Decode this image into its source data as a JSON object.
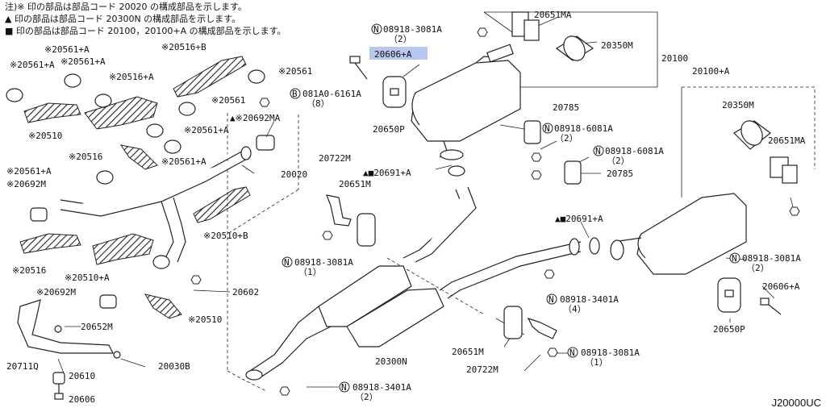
{
  "notes": [
    "注)※ 印の部品は部品コード 20020 の構成部品を示します。",
    "▲ 印の部品は部品コード 20300N の構成部品を示します。",
    "■ 印の部品は部品コード 20100，20100+A の構成部品を示します。"
  ],
  "catalog_code": "J20000UC",
  "highlight_color": "#b9c6ee",
  "parts": {
    "p20651MA_a": "20651MA",
    "p08918_3081A_a": "08918-3081A",
    "p08918_3081A_a_qty": "（2）",
    "p20606A_hl": "20606+A",
    "p20350M_a": "20350M",
    "p20100": "20100",
    "p20561A_1": "※20561+A",
    "p20561A_2": "※20561+A",
    "p20561A_3": "※20561+A",
    "p20516B": "※20516+B",
    "p20561_1": "※20561",
    "p20516A": "※20516+A",
    "p20561_2": "※20561",
    "p081A0": "081A0-6161A",
    "p081A0_qty": "（8）",
    "p20650P_a": "20650P",
    "p20100A": "20100+A",
    "p20510": "※20510",
    "p20561A_4": "※20561+A",
    "p20692MA": "▲※20692MA",
    "p20785_a": "20785",
    "p08918_6081A_a": "08918-6081A",
    "p08918_6081A_a_qty": "（2）",
    "p20350M_b": "20350M",
    "p20516": "※20516",
    "p20561A_5": "※20561+A",
    "p08918_6081A_b": "08918-6081A",
    "p08918_6081A_b_qty": "（2）",
    "p20651MA_b": "20651MA",
    "p20561A_6": "※20561+A",
    "p20020": "20020",
    "p20722M_a": "20722M",
    "p20692M_a": "※20692M",
    "p20691A_a": "▲■20691+A",
    "p20651M_a": "20651M",
    "p20785_b": "20785",
    "p20510B": "※20510+B",
    "p20691A_b": "▲■20691+A",
    "p20516_b": "※20516",
    "p20510A": "※20510+A",
    "p08918_3081A_b": "08918-3081A",
    "p08918_3081A_b_qty": "（1）",
    "p08918_3081A_c": "08918-3081A",
    "p08918_3081A_c_qty": "（2）",
    "p20606A_b": "20606+A",
    "p20692M_b": "※20692M",
    "p20602": "20602",
    "p08918_3401A_a": "08918-3401A",
    "p08918_3401A_a_qty": "（4）",
    "p20510_b": "※20510",
    "p20650P_b": "20650P",
    "p20652M": "20652M",
    "p20711Q": "20711Q",
    "p20030B": "20030B",
    "p20300N": "20300N",
    "p20651M_b": "20651M",
    "p08918_3081A_d": "08918-3081A",
    "p08918_3081A_d_qty": "（1）",
    "p20610": "20610",
    "p20722M_b": "20722M",
    "p20606": "20606",
    "p08918_3401A_b": "08918-3401A",
    "p08918_3401A_b_qty": "（2）",
    "n_symbol": "N",
    "b_symbol": "B"
  }
}
